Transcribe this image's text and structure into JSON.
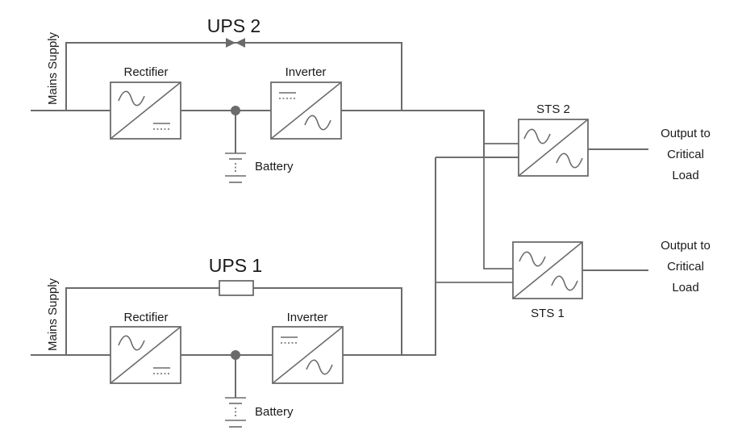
{
  "ups2": {
    "title": "UPS 2",
    "mains_label": "Mains Supply",
    "rectifier_label": "Rectifier",
    "inverter_label": "Inverter",
    "battery_label": "Battery"
  },
  "ups1": {
    "title": "UPS 1",
    "mains_label": "Mains Supply",
    "rectifier_label": "Rectifier",
    "inverter_label": "Inverter",
    "battery_label": "Battery"
  },
  "sts2": {
    "label": "STS 2",
    "output_lines": [
      "Output to",
      "Critical",
      "Load"
    ]
  },
  "sts1": {
    "label": "STS 1",
    "output_lines": [
      "Output to",
      "Critical",
      "Load"
    ]
  },
  "colors": {
    "line": "#6b6b6b",
    "text": "#1a1a1a",
    "background": "#ffffff"
  }
}
